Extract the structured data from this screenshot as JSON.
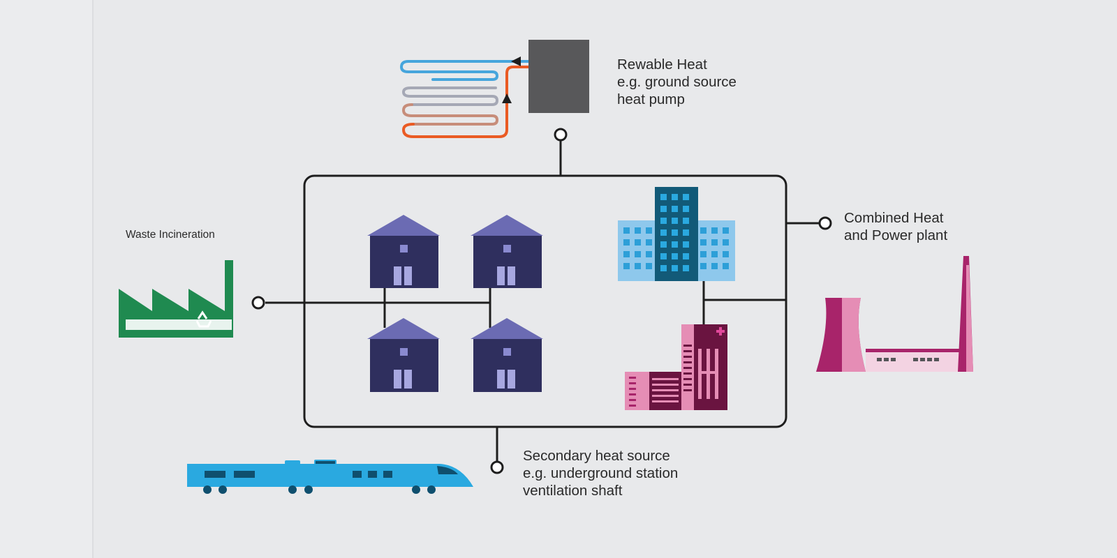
{
  "labels": {
    "renewable": {
      "line1": "Rewable Heat",
      "line2": "e.g. ground source",
      "line3": "heat pump"
    },
    "chp": {
      "line1": "Combined Heat",
      "line2": "and Power plant"
    },
    "waste": {
      "line1": "Waste Incineration"
    },
    "secondary": {
      "line1": "Secondary heat source",
      "line2": "e.g. underground station",
      "line3": "ventilation shaft"
    }
  },
  "icons": {
    "heat_pump": "ground-source-heat-pump-icon",
    "factory": "waste-incineration-factory-icon",
    "power_plant": "power-plant-icon",
    "train": "train-icon",
    "houses": "house-icon",
    "office": "office-building-icon",
    "hospital": "hospital-icon"
  },
  "colors": {
    "background": "#e8e9eb",
    "network_line": "#1e1e1e",
    "house_body": "#2f2f5e",
    "house_roof": "#6b6bb3",
    "office_dark": "#125a78",
    "office_light": "#8ec8ec",
    "hospital_dark": "#6a1440",
    "hospital_light": "#e58db5",
    "factory_green": "#1f8a50",
    "plant_pink": "#a8246a",
    "train_blue": "#2aa9e0",
    "heat_pump_box": "#58585a"
  }
}
